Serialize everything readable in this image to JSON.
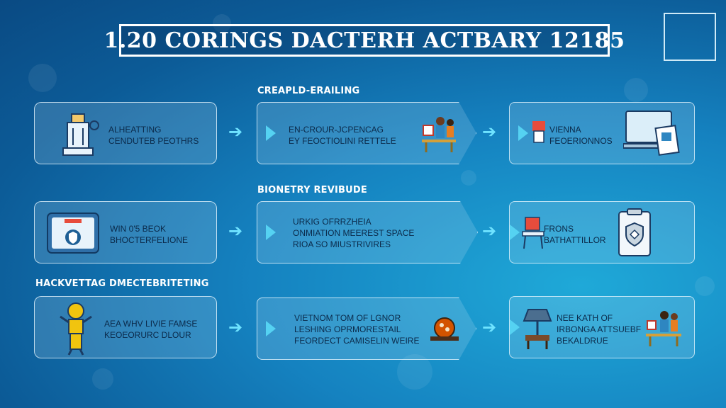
{
  "title": "1.20 CORINGS DACTERH ACTBARY 12185",
  "sections": [
    {
      "label": "CREAPLD-ERAILING"
    },
    {
      "label": "BIONETRY REVIBUDE"
    },
    {
      "label": "HACKVETTAG DMECTEBRITETING"
    }
  ],
  "rows": [
    {
      "left": {
        "icon": "monument-icon",
        "lines": [
          "ALHEATTING",
          "CENDUTEB PEOTHRS"
        ]
      },
      "mid": {
        "icon": "people-desk-icon",
        "lines": [
          "EN-CROUR-JCPENCAG",
          "EY FEOCTIOLINI RETTELE"
        ]
      },
      "right": {
        "icon": "laptop-document-icon",
        "lines": [
          "VIENNA",
          "FEOERIONNOS"
        ]
      }
    },
    {
      "left": {
        "icon": "tablet-shield-icon",
        "lines": [
          "WIN 0'5 BEOK",
          "BHOCTERFELIONE"
        ]
      },
      "mid": {
        "icon": "play-icon",
        "lines": [
          "URKIG OFRRZHEIA",
          "ONMIATION MEEREST SPACE",
          "RIOA SO MIUSTRIVIRES"
        ]
      },
      "right": {
        "icon": "clipboard-shield-icon",
        "lines": [
          "FRONS",
          "BATHATTILLOR"
        ]
      }
    },
    {
      "left": {
        "icon": "trophy-person-icon",
        "lines": [
          "AEA WHV LIVIE FAMSE",
          "KEOEORURC DLOUR"
        ]
      },
      "mid": {
        "icon": "pizza-icon",
        "lines": [
          "VIETNOM TOM OF LGNOR",
          "LESHING OPRMORESTAIL",
          "FEORDECT CAMISELIN WEIRE"
        ]
      },
      "right": {
        "icon": "people-desk-icon",
        "lines": [
          "NEE KATH OF",
          "IRBONGA ATTSUEBF",
          "BEKALDRUE"
        ]
      }
    }
  ],
  "colors": {
    "arrow": "#6fe3ff",
    "text": "#0b2a4a",
    "accent": "#55d2f2"
  }
}
